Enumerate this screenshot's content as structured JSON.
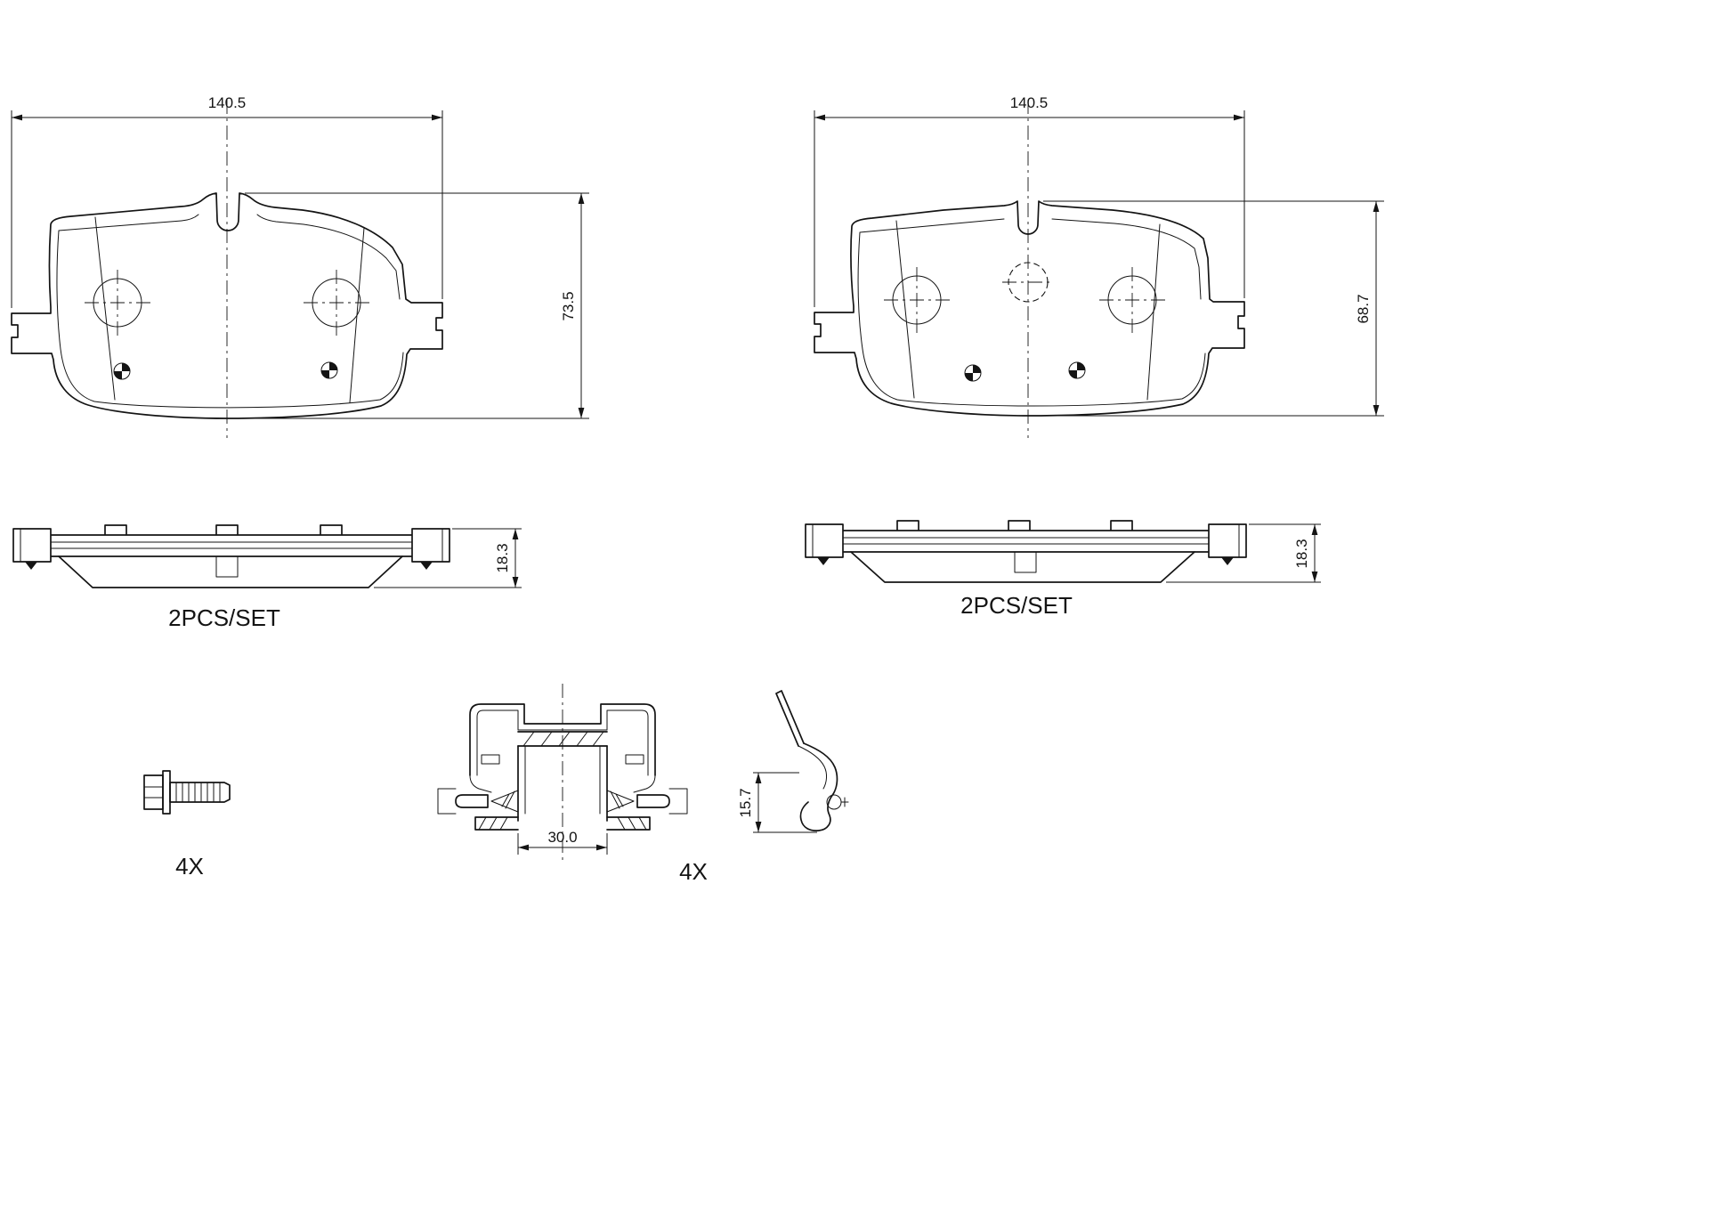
{
  "drawing": {
    "type": "technical-drawing",
    "subject": "disc brake pad set with fitting hardware",
    "colors": {
      "line": "#141414",
      "background": "#ffffff"
    }
  },
  "dimensions": {
    "pad_left": {
      "width": "140.5",
      "height": "73.5"
    },
    "pad_right": {
      "width": "140.5",
      "height": "68.7"
    },
    "top_left": {
      "thickness": "18.3"
    },
    "top_right": {
      "thickness": "18.3"
    },
    "clip": {
      "width": "30.0"
    },
    "spring": {
      "height": "15.7"
    }
  },
  "labels": {
    "set_left": "2PCS/SET",
    "set_right": "2PCS/SET",
    "bolt_qty": "4X",
    "clip_qty": "4X"
  }
}
